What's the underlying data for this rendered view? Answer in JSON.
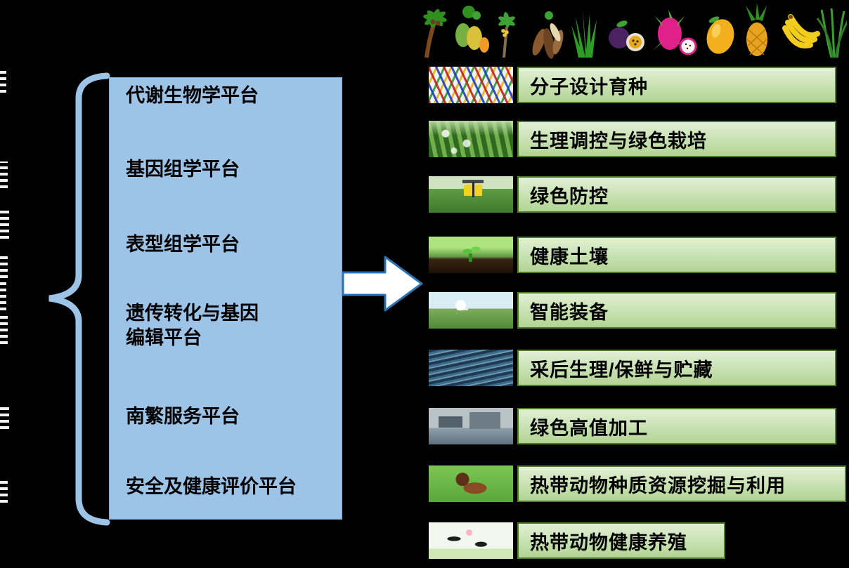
{
  "diagram": {
    "platforms": {
      "box_color": "#9DC3E6",
      "items": [
        {
          "label": "代谢生物学平台"
        },
        {
          "label": "基因组学平台"
        },
        {
          "label": "表型组学平台"
        },
        {
          "label": "遗传转化与基因编辑平台"
        },
        {
          "label": "南繁服务平台"
        },
        {
          "label": "安全及健康评价平台"
        }
      ]
    },
    "crops_strip": {
      "icons": [
        "coconut-palm",
        "papaya",
        "areca-palm",
        "cassava",
        "pandan-leaves",
        "passion-fruit",
        "dragon-fruit",
        "mango",
        "pineapple",
        "banana",
        "leafy-vegetable"
      ]
    },
    "research_rows": {
      "bar_fill": "#C6E0B4",
      "bar_border": "#538135",
      "items": [
        {
          "label": "分子设计育种",
          "thumb": "thumb-dna",
          "icon": "dna-helix",
          "variant": "bar-standard"
        },
        {
          "label": "生理调控与绿色栽培",
          "thumb": "thumb-field",
          "icon": "crop-field",
          "variant": "bar-standard"
        },
        {
          "label": "绿色防控",
          "thumb": "thumb-trap",
          "icon": "insect-trap-field",
          "variant": "bar-standard"
        },
        {
          "label": "健康土壤",
          "thumb": "thumb-seedling",
          "icon": "seedling-in-soil",
          "variant": "bar-standard"
        },
        {
          "label": "智能装备",
          "thumb": "thumb-robot",
          "icon": "farm-robot",
          "variant": "bar-standard"
        },
        {
          "label": "采后生理/保鲜与贮藏",
          "thumb": "thumb-ponds",
          "icon": "storage-ponds",
          "variant": "bar-standard"
        },
        {
          "label": "绿色高值加工",
          "thumb": "thumb-factory",
          "icon": "processing-plant",
          "variant": "bar-standard"
        },
        {
          "label": "热带动物种质资源挖掘与利用",
          "thumb": "thumb-bull",
          "icon": "cartoon-bull",
          "variant": "bar-extended"
        },
        {
          "label": "热带动物健康养殖",
          "thumb": "thumb-cow",
          "icon": "cartoon-cow",
          "variant": "bar-short"
        }
      ]
    },
    "colors": {
      "background": "#000000",
      "arrow_fill": "#FFFFFF",
      "arrow_outline": "#2E74B5",
      "brace_blue": "#9DC3E6"
    }
  }
}
